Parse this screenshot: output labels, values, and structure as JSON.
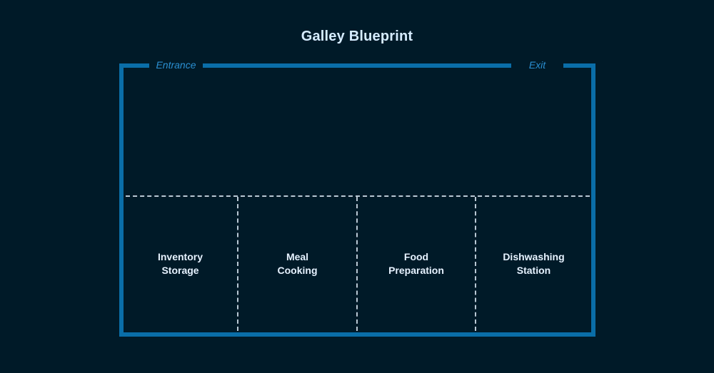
{
  "title": "Galley Blueprint",
  "doors": {
    "entrance": "Entrance",
    "exit": "Exit"
  },
  "zones": [
    {
      "line1": "Inventory",
      "line2": "Storage"
    },
    {
      "line1": "Meal",
      "line2": "Cooking"
    },
    {
      "line1": "Food",
      "line2": "Preparation"
    },
    {
      "line1": "Dishwashing",
      "line2": "Station"
    }
  ],
  "colors": {
    "background": "#001a28",
    "wall": "#0a6ea8",
    "door_label": "#2a8fd1",
    "divider": "#b9c8d4",
    "text": "#e6f2ff"
  }
}
